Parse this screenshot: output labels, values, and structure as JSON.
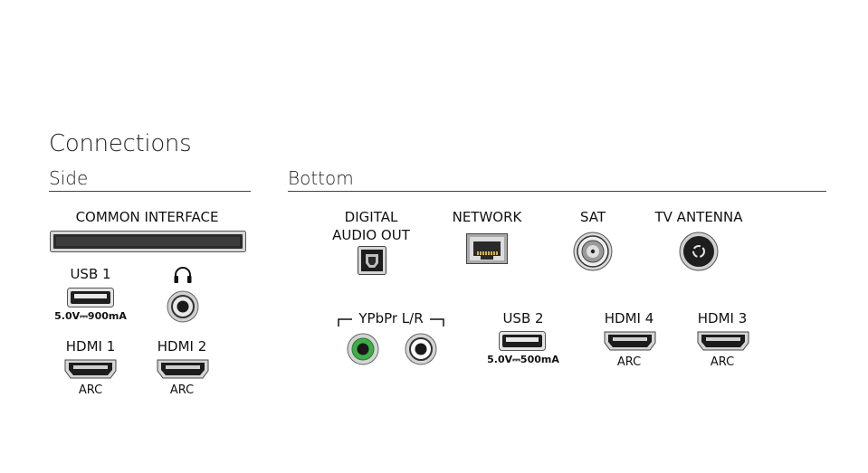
{
  "title": "Connections",
  "side": {
    "heading": "Side",
    "common_interface": "COMMON INTERFACE",
    "usb1": {
      "label": "USB 1",
      "spec": "5.0V⎓900mA"
    },
    "headphone_icon": "headphones-icon",
    "hdmi1": {
      "label": "HDMI 1",
      "sub": "ARC"
    },
    "hdmi2": {
      "label": "HDMI 2",
      "sub": "ARC"
    }
  },
  "bottom": {
    "heading": "Bottom",
    "digital_audio": {
      "line1": "DIGITAL",
      "line2": "AUDIO OUT"
    },
    "network": "NETWORK",
    "sat": "SAT",
    "tv_antenna": "TV ANTENNA",
    "ypbpr": "YPbPr L/R",
    "usb2": {
      "label": "USB 2",
      "spec": "5.0V⎓500mA"
    },
    "hdmi4": {
      "label": "HDMI 4",
      "sub": "ARC"
    },
    "hdmi3": {
      "label": "HDMI 3",
      "sub": "ARC"
    }
  },
  "colors": {
    "rca_green": "#3fae49",
    "port_dark": "#222222",
    "port_gray": "#bdbdbd"
  }
}
